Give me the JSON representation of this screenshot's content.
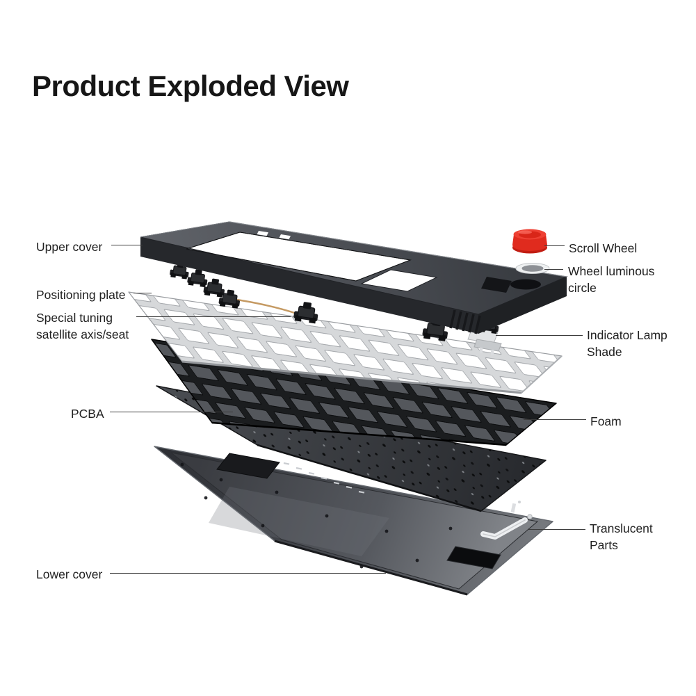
{
  "page": {
    "title": "Product Exploded View",
    "background": "#ffffff"
  },
  "diagram": {
    "description": "Exploded view of a mechanical keyboard kit showing stacked layers and parts",
    "layer_order_top_to_bottom": [
      "Scroll Wheel",
      "Wheel luminous circle",
      "Upper cover",
      "Special tuning satellite axis/seat",
      "Positioning plate",
      "Indicator Lamp Shade",
      "Foam",
      "PCBA",
      "Translucent Parts",
      "Lower cover"
    ],
    "colors": {
      "upper_cover": "#4b4e54",
      "positioning_plate": "#d6d8da",
      "foam": "#1b1d1f",
      "pcba": "#33363b",
      "lower_cover": "#3a3d42",
      "scroll_wheel_red": "#e02b1e",
      "luminous_ring": "#eef0f1",
      "translucent_part": "#edeff1",
      "gold_wire": "#c59a63",
      "leader_line": "#3c3c3c",
      "text": "#202020",
      "background": "#ffffff"
    }
  },
  "callouts": [
    {
      "id": "upper-cover",
      "label": "Upper cover",
      "side": "left"
    },
    {
      "id": "positioning-plate",
      "label": "Positioning plate",
      "side": "left"
    },
    {
      "id": "special-tuning",
      "label": "Special tuning satellite axis/seat",
      "side": "left"
    },
    {
      "id": "pcba",
      "label": "PCBA",
      "side": "left"
    },
    {
      "id": "lower-cover",
      "label": "Lower cover",
      "side": "left"
    },
    {
      "id": "scroll-wheel",
      "label": "Scroll Wheel",
      "side": "right"
    },
    {
      "id": "wheel-luminous-circle",
      "label": "Wheel luminous circle",
      "side": "right"
    },
    {
      "id": "indicator-lamp-shade",
      "label": "Indicator Lamp Shade",
      "side": "right"
    },
    {
      "id": "foam",
      "label": "Foam",
      "side": "right"
    },
    {
      "id": "translucent-parts",
      "label": "Translucent Parts",
      "side": "right"
    }
  ]
}
